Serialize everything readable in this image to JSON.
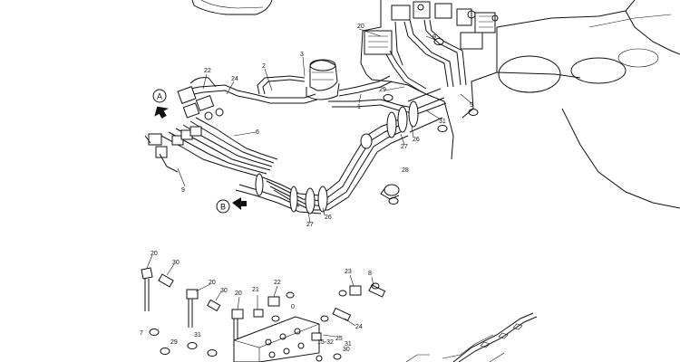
{
  "callouts": {
    "c1": "1",
    "c2": "2",
    "c3": "3",
    "c5": "5",
    "c6": "6",
    "c9": "9",
    "c20": "20",
    "c22": "22",
    "c24": "24",
    "c26": "26",
    "c27": "27",
    "c28": "28",
    "c29": "29",
    "c31": "31",
    "c26b": "26",
    "c27b": "27"
  },
  "views": {
    "a": "A",
    "b": "B"
  },
  "lower_callouts": {
    "l20a": "20",
    "l30a": "30",
    "l20b": "20",
    "l30b": "30",
    "l20c": "20",
    "l21": "21",
    "l22": "22",
    "l0": "0",
    "l23": "23",
    "l8": "8",
    "l24": "24",
    "l25": "25",
    "l7": "7",
    "l29": "29",
    "l31": "31",
    "l1532": "15-32",
    "l30c": "30",
    "l31b": "31"
  }
}
